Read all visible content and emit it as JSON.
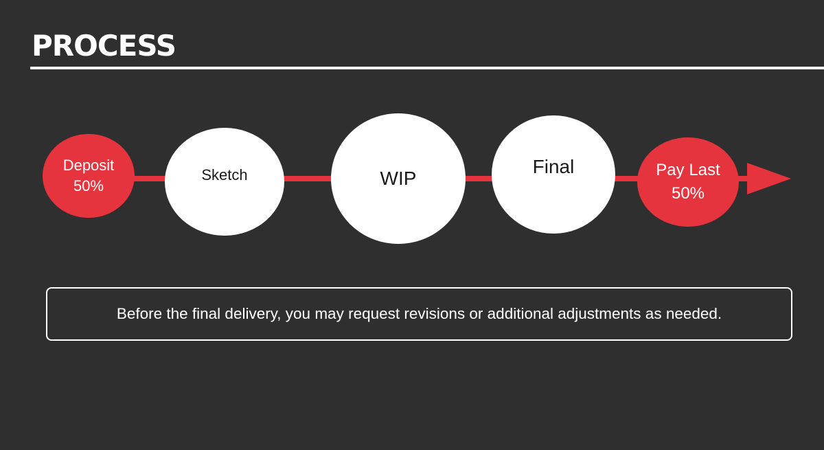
{
  "title": "PROCESS",
  "colors": {
    "background": "#2f2f2f",
    "accent": "#e5343d",
    "node_fill": "#ffffff",
    "text_light": "#ffffff",
    "text_dark": "#1a1a1a"
  },
  "steps": [
    {
      "lines": [
        "Deposit",
        "50%"
      ],
      "style": "accent"
    },
    {
      "lines": [
        "Sketch"
      ],
      "style": "plain"
    },
    {
      "lines": [
        "WIP"
      ],
      "style": "plain"
    },
    {
      "lines": [
        "Final"
      ],
      "style": "plain"
    },
    {
      "lines": [
        "Pay Last",
        "50%"
      ],
      "style": "accent"
    }
  ],
  "note": "Before the final delivery, you may request revisions or additional adjustments as needed."
}
